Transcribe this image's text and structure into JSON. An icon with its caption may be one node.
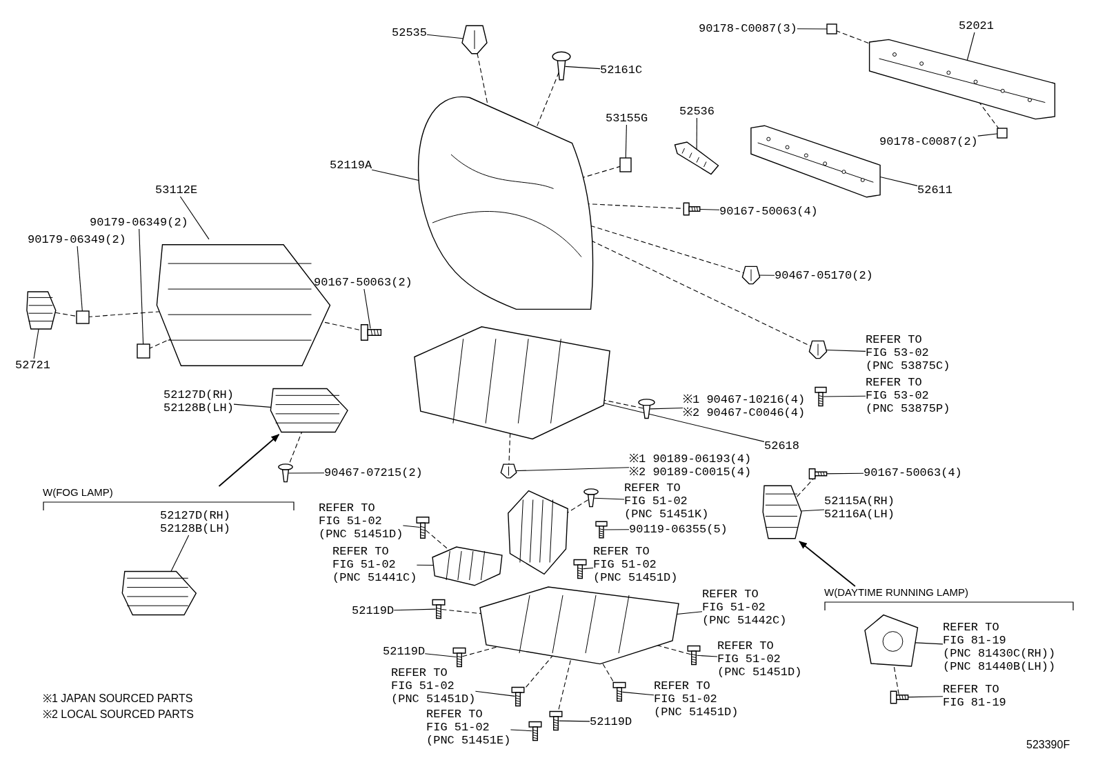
{
  "diagram": {
    "nodes": [
      {
        "text": [
          "52535"
        ]
      },
      {
        "text": [],
        "shape": "picture"
      },
      {
        "text": [
          "52161C"
        ]
      },
      {
        "text": [],
        "shape": "picture"
      },
      {
        "text": [
          "52119A"
        ]
      },
      {
        "text": [],
        "shape": "picture"
      },
      {
        "text": [
          "53155G"
        ]
      },
      {
        "text": [],
        "shape": "box"
      },
      {
        "text": [
          "52536"
        ]
      },
      {
        "text": [],
        "shape": "picture"
      },
      {
        "text": [
          "90178-C0087(3)"
        ]
      },
      {
        "text": [],
        "shape": "box"
      },
      {
        "text": [
          "52021"
        ]
      },
      {
        "text": [],
        "shape": "picture"
      },
      {
        "text": [
          "90178-C0087(2)"
        ]
      },
      {
        "text": [],
        "shape": "box"
      },
      {
        "text": [
          "52611"
        ]
      },
      {
        "text": [],
        "shape": "picture"
      },
      {
        "text": [
          "90167-50063(4)"
        ]
      },
      {
        "text": [],
        "shape": "picture"
      },
      {
        "text": [
          "90467-05170(2)"
        ]
      },
      {
        "text": [],
        "shape": "picture"
      },
      {
        "text": [
          "53112E"
        ]
      },
      {
        "text": [],
        "shape": "picture"
      },
      {
        "text": [
          "90179-06349(2)"
        ]
      },
      {
        "text": [],
        "shape": "box"
      },
      {
        "text": [
          "90179-06349(2)"
        ]
      },
      {
        "text": [],
        "shape": "box"
      },
      {
        "text": [
          "52721"
        ]
      },
      {
        "text": [],
        "shape": "picture"
      },
      {
        "text": [
          "90167-50063(2)"
        ]
      },
      {
        "text": [],
        "shape": "picture"
      },
      {
        "text": [
          "52127D(RH)",
          "52128B(LH)"
        ]
      },
      {
        "text": [],
        "shape": "picture"
      },
      {
        "text": [
          "90467-07215(2)"
        ]
      },
      {
        "text": [],
        "shape": "picture"
      },
      {
        "text": [
          "W(FOG LAMP)"
        ]
      },
      {
        "text": [
          "52127D(RH)",
          "52128B(LH)"
        ],
        "in": 36
      },
      {
        "text": [],
        "shape": "picture",
        "in": 36
      },
      {
        "text": [
          "52618"
        ]
      },
      {
        "text": [],
        "shape": "picture"
      },
      {
        "text": [
          "※1 90467-10216(4)",
          "※2 90467-C0046(4)"
        ]
      },
      {
        "text": [],
        "shape": "picture"
      },
      {
        "text": [
          "※1 90189-06193(4)",
          "※2 90189-C0015(4)"
        ]
      },
      {
        "text": [],
        "shape": "picture"
      },
      {
        "text": [
          "REFER TO FIG 53-02 (PNC 53875C)"
        ]
      },
      {
        "text": [],
        "shape": "picture"
      },
      {
        "text": [
          "REFER TO FIG 53-02 (PNC 53875P)"
        ]
      },
      {
        "text": [],
        "shape": "picture"
      },
      {
        "text": [
          "90167-50063(4)"
        ]
      },
      {
        "text": [],
        "shape": "picture"
      },
      {
        "text": [
          "52115A(RH)",
          "52116A(LH)"
        ]
      },
      {
        "text": [],
        "shape": "picture"
      },
      {
        "text": [
          "W(DAYTIME RUNNING LAMP)"
        ]
      },
      {
        "text": [],
        "shape": "picture",
        "in": 53
      },
      {
        "text": [
          "REFER TO FIG 81-19 (PNC 81430C(RH)) (PNC 81440B(LH))"
        ],
        "in": 53
      },
      {
        "text": [],
        "shape": "picture",
        "in": 53
      },
      {
        "text": [
          "REFER TO FIG 81-19"
        ],
        "in": 53
      },
      {
        "text": [],
        "shape": "picture"
      },
      {
        "text": [
          "REFER TO FIG 51-02 (PNC 51451D)"
        ]
      },
      {
        "text": [],
        "shape": "picture"
      },
      {
        "text": [
          "REFER TO FIG 51-02 (PNC 51451K)"
        ]
      },
      {
        "text": [],
        "shape": "picture"
      },
      {
        "text": [
          "90119-06355(5)"
        ]
      },
      {
        "text": [],
        "shape": "picture"
      },
      {
        "text": [
          "REFER TO FIG 51-02 (PNC 51441C)"
        ]
      },
      {
        "text": [],
        "shape": "picture"
      },
      {
        "text": [
          "REFER TO FIG 51-02 (PNC 51451D)"
        ]
      },
      {
        "text": [],
        "shape": "picture"
      },
      {
        "text": [
          "52119D"
        ]
      },
      {
        "text": [],
        "shape": "picture"
      },
      {
        "text": [
          "REFER TO FIG 51-02 (PNC 51442C)"
        ]
      },
      {
        "text": [],
        "shape": "picture"
      },
      {
        "text": [
          "52119D"
        ]
      },
      {
        "text": [],
        "shape": "picture"
      },
      {
        "text": [
          "REFER TO FIG 51-02 (PNC 51451D)"
        ]
      },
      {
        "text": [],
        "shape": "picture"
      },
      {
        "text": [
          "REFER TO FIG 51-02 (PNC 51451D)"
        ]
      },
      {
        "text": [],
        "shape": "picture"
      },
      {
        "text": [
          "REFER TO FIG 51-02 (PNC 51451D)"
        ]
      },
      {
        "text": [],
        "shape": "picture"
      },
      {
        "text": [
          "REFER TO FIG 51-02 (PNC 51451E)"
        ]
      },
      {
        "text": [],
        "shape": "picture"
      },
      {
        "text": [
          "52119D"
        ]
      },
      {
        "text": [],
        "shape": "picture"
      }
    ],
    "edges": [
      {
        "from": 0,
        "to": 1,
        "arrow": "none"
      },
      {
        "from": 2,
        "to": 3,
        "arrow": "none"
      },
      {
        "from": 4,
        "to": 5,
        "arrow": "none"
      },
      {
        "from": 6,
        "to": 7,
        "arrow": "none"
      },
      {
        "from": 8,
        "to": 9,
        "arrow": "none"
      },
      {
        "from": 10,
        "to": 11,
        "arrow": "none"
      },
      {
        "from": 12,
        "to": 13,
        "arrow": "none"
      },
      {
        "from": 14,
        "to": 15,
        "arrow": "none"
      },
      {
        "from": 16,
        "to": 17,
        "arrow": "none"
      },
      {
        "from": 18,
        "to": 19,
        "arrow": "none"
      },
      {
        "from": 20,
        "to": 21,
        "arrow": "none"
      },
      {
        "from": 22,
        "to": 23,
        "arrow": "none"
      },
      {
        "from": 24,
        "to": 25,
        "arrow": "none"
      },
      {
        "from": 26,
        "to": 27,
        "arrow": "none"
      },
      {
        "from": 28,
        "to": 29,
        "arrow": "none"
      },
      {
        "from": 30,
        "to": 31,
        "arrow": "none"
      },
      {
        "from": 32,
        "to": 33,
        "arrow": "none"
      },
      {
        "from": 34,
        "to": 35,
        "arrow": "none"
      },
      {
        "from": 37,
        "to": 38,
        "arrow": "none"
      },
      {
        "from": 39,
        "to": 40,
        "arrow": "none"
      },
      {
        "from": 41,
        "to": 42,
        "arrow": "none"
      },
      {
        "from": 43,
        "to": 44,
        "arrow": "none"
      },
      {
        "from": 45,
        "to": 46,
        "arrow": "none"
      },
      {
        "from": 47,
        "to": 48,
        "arrow": "none"
      },
      {
        "from": 49,
        "to": 50,
        "arrow": "none"
      },
      {
        "from": 51,
        "to": 52,
        "arrow": "none"
      },
      {
        "from": 55,
        "to": 54,
        "arrow": "none"
      },
      {
        "from": 57,
        "to": 56,
        "arrow": "none"
      },
      {
        "from": 59,
        "to": 60,
        "arrow": "none"
      },
      {
        "from": 61,
        "to": 62,
        "arrow": "none"
      },
      {
        "from": 63,
        "to": 64,
        "arrow": "none"
      },
      {
        "from": 65,
        "to": 66,
        "arrow": "none"
      },
      {
        "from": 67,
        "to": 68,
        "arrow": "none"
      },
      {
        "from": 69,
        "to": 70,
        "arrow": "none"
      },
      {
        "from": 71,
        "to": 72,
        "arrow": "none"
      },
      {
        "from": 73,
        "to": 74,
        "arrow": "none"
      },
      {
        "from": 75,
        "to": 76,
        "arrow": "none"
      },
      {
        "from": 77,
        "to": 78,
        "arrow": "none"
      },
      {
        "from": 79,
        "to": 80,
        "arrow": "none"
      },
      {
        "from": 81,
        "to": 82,
        "arrow": "none"
      },
      {
        "from": 83,
        "to": 84,
        "arrow": "none"
      },
      {
        "from": 36,
        "to": 33,
        "arrow": "to"
      },
      {
        "from": 53,
        "to": 52,
        "arrow": "to"
      },
      {
        "from": 1,
        "to": 5,
        "arrow": "none",
        "style": "dashed"
      },
      {
        "from": 3,
        "to": 5,
        "arrow": "none",
        "style": "dashed"
      },
      {
        "from": 7,
        "to": 5,
        "arrow": "none",
        "style": "dashed"
      },
      {
        "from": 11,
        "to": 13,
        "arrow": "none",
        "style": "dashed"
      },
      {
        "from": 15,
        "to": 13,
        "arrow": "none",
        "style": "dashed"
      },
      {
        "from": 19,
        "to": 5,
        "arrow": "none",
        "style": "dashed"
      },
      {
        "from": 21,
        "to": 5,
        "arrow": "none",
        "style": "dashed"
      },
      {
        "from": 29,
        "to": 25,
        "arrow": "none",
        "style": "dashed"
      },
      {
        "from": 25,
        "to": 23,
        "arrow": "none",
        "style": "dashed"
      },
      {
        "from": 27,
        "to": 23,
        "arrow": "none",
        "style": "dashed"
      },
      {
        "from": 31,
        "to": 23,
        "arrow": "none",
        "style": "dashed"
      },
      {
        "from": 35,
        "to": 33,
        "arrow": "none",
        "style": "dashed"
      },
      {
        "from": 46,
        "to": 5,
        "arrow": "none",
        "style": "dashed"
      },
      {
        "from": 42,
        "to": 40,
        "arrow": "none",
        "style": "dashed"
      },
      {
        "from": 44,
        "to": 40,
        "arrow": "none",
        "style": "dashed"
      },
      {
        "from": 50,
        "to": 52,
        "arrow": "none",
        "style": "dashed"
      },
      {
        "from": 60,
        "to": 66,
        "arrow": "none",
        "style": "dashed"
      },
      {
        "from": 62,
        "to": 58,
        "arrow": "none",
        "style": "dashed"
      },
      {
        "from": 70,
        "to": 72,
        "arrow": "none",
        "style": "dashed"
      },
      {
        "from": 74,
        "to": 72,
        "arrow": "none",
        "style": "dashed"
      },
      {
        "from": 78,
        "to": 72,
        "arrow": "none",
        "style": "dashed"
      },
      {
        "from": 84,
        "to": 72,
        "arrow": "none",
        "style": "dashed"
      },
      {
        "from": 80,
        "to": 72,
        "arrow": "none",
        "style": "dashed"
      },
      {
        "from": 76,
        "to": 72,
        "arrow": "none",
        "style": "dashed"
      },
      {
        "from": 56,
        "to": 54,
        "arrow": "none",
        "style": "dashed"
      }
    ],
    "labels": [
      "※1 JAPAN SOURCED PARTS",
      "※2 LOCAL SOURCED PARTS",
      "523390F"
    ]
  }
}
